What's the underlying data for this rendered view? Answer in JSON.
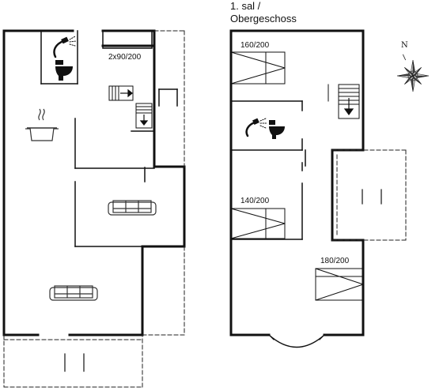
{
  "upper_floor": {
    "title_line1": "1. sal /",
    "title_line2": "Obergeschoss"
  },
  "compass": {
    "north_label": "N"
  },
  "beds": [
    {
      "label": "2x90/200"
    },
    {
      "label": "160/200"
    },
    {
      "label": "140/200"
    },
    {
      "label": "180/200"
    }
  ],
  "colors": {
    "wall": "#111111",
    "dashed_outline": "#222222",
    "fixture": "#333333",
    "compass_fill": "#444444"
  },
  "icons": [
    "shower-icon",
    "toilet-icon",
    "cooking-pot-icon",
    "sofa-icon",
    "stairs-down-arrow-icon",
    "compass-rose-icon",
    "bed-symbol"
  ]
}
